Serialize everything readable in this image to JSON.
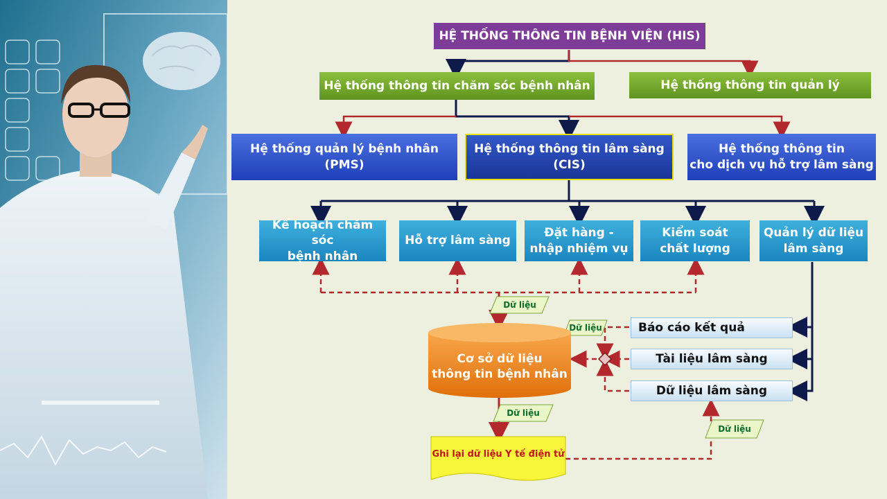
{
  "title": "HỆ THỐNG THÔNG TIN BỆNH VIỆN (HIS)",
  "level2": {
    "patient_care": "Hệ thống thông tin chăm sóc bệnh nhân",
    "management": "Hệ thống thông tin quản lý"
  },
  "level3": {
    "pms": "Hệ thống quản lý bệnh nhân\n(PMS)",
    "cis": "Hệ thống thông tin lâm sàng\n(CIS)",
    "support": "Hệ thống thông tin\ncho dịch vụ hỗ trợ lâm sàng"
  },
  "level4": {
    "care_plan": "Kế hoạch chăm sóc\nbệnh nhân",
    "clinical_support": "Hỗ trợ lâm sàng",
    "order_entry": "Đặt hàng -\nnhập nhiệm vụ",
    "quality_control": "Kiểm soát\nchất lượng",
    "clinical_data_mgmt": "Quản lý dữ liệu\nlâm sàng"
  },
  "outputs": {
    "results_report": "Báo cáo kết quả",
    "clinical_documents": "Tài liệu lâm sàng",
    "clinical_data": "Dữ liệu lâm sàng"
  },
  "database": "Cơ sở dữ liệu\nthông tin bệnh nhân",
  "ehr": "Ghi lại dữ liệu Y tế điện tử",
  "tags": {
    "top": "Dữ liệu",
    "middle": "Dữ liệu",
    "bottom": "Dữ liệu",
    "right": "Dữ liệu"
  },
  "colors": {
    "navy_arrow": "#0d1a4a",
    "red_arrow": "#b3282c"
  }
}
